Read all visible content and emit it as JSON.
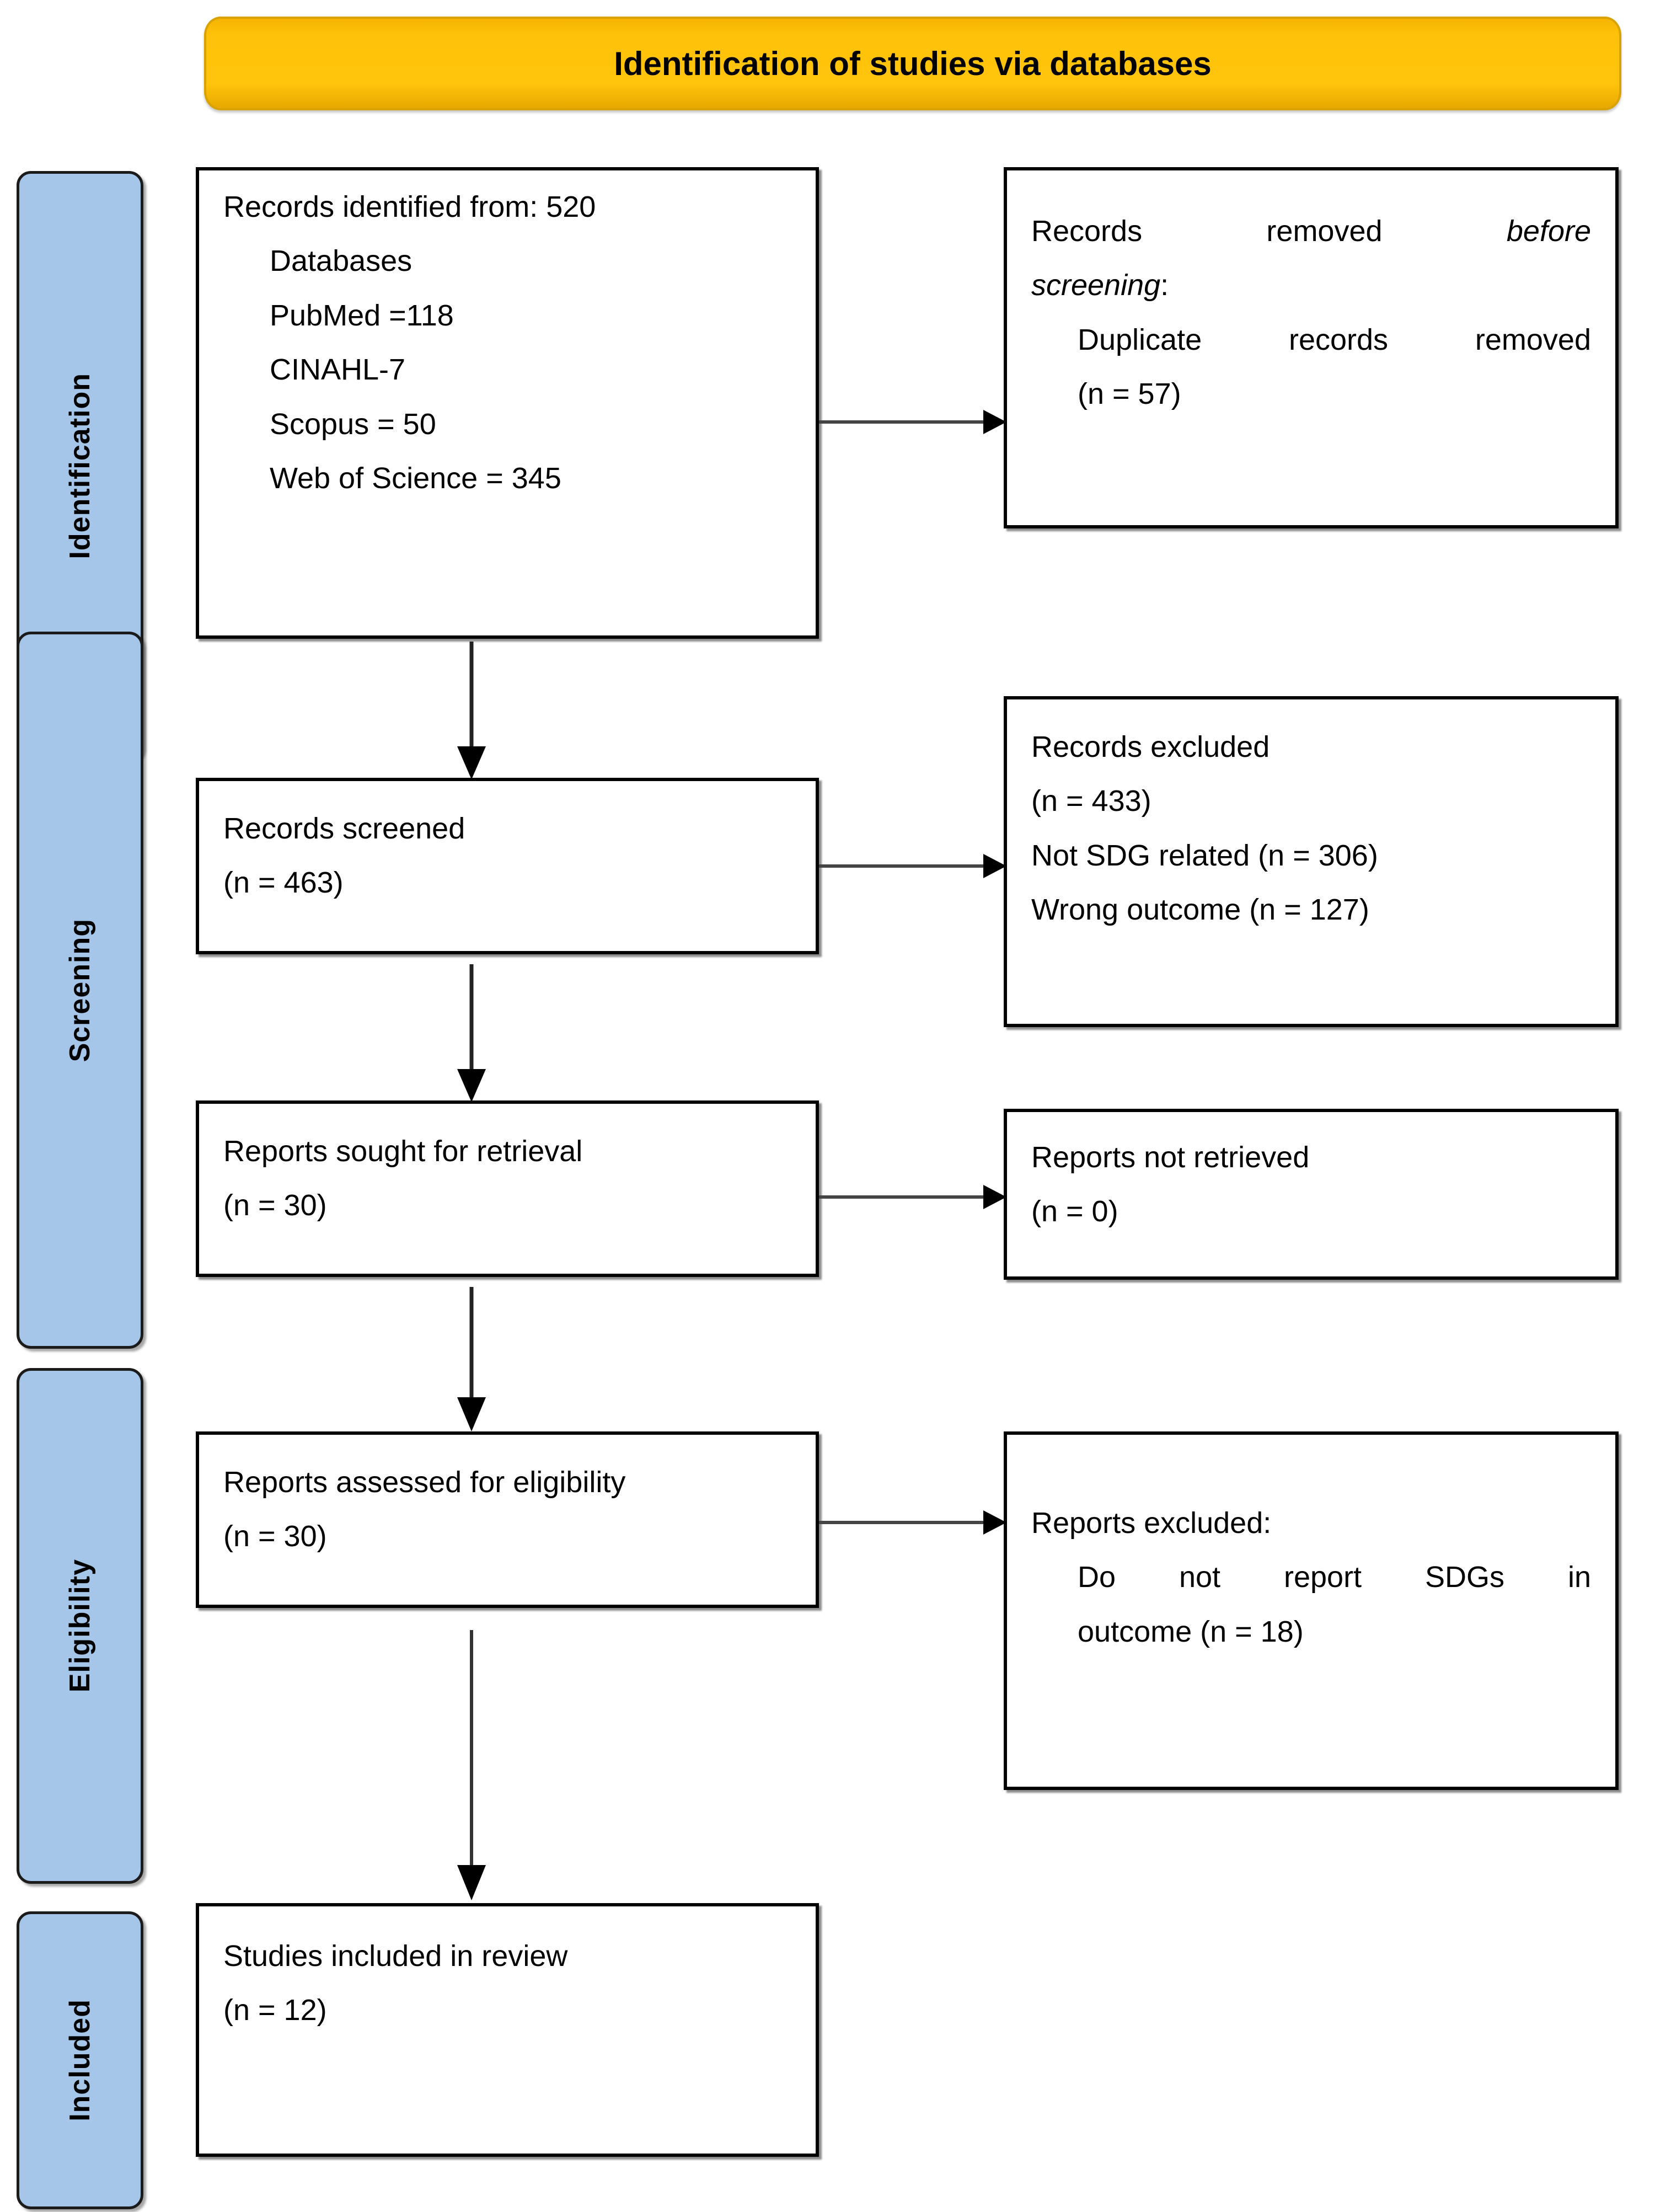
{
  "banner": {
    "title": "Identification of studies via databases",
    "color": "#ffc20a"
  },
  "stages": [
    {
      "label": "Identification"
    },
    {
      "label": "Screening"
    },
    {
      "label": "Eligibility"
    },
    {
      "label": "Included"
    }
  ],
  "boxes": {
    "identified": {
      "line1": "Records identified from: 520",
      "line2": "Databases",
      "line3": "PubMed =118",
      "line4": "CINAHL-7",
      "line5": "Scopus = 50",
      "line6": "Web of Science = 345"
    },
    "removed_before_screening": {
      "line1a": "Records removed ",
      "line1b": "before",
      "line2": "screening",
      "line2b": ":",
      "line3": "Duplicate records removed",
      "line4": "(n = 57)"
    },
    "records_screened": {
      "line1": "Records screened",
      "line2": "(n = 463)"
    },
    "records_excluded": {
      "line1": "Records excluded",
      "line2": "(n = 433)",
      "line3": "Not SDG related (n = 306)",
      "line4": "Wrong outcome (n = 127)"
    },
    "reports_sought": {
      "line1": "Reports sought for retrieval",
      "line2": "(n = 30)"
    },
    "reports_not_retrieved": {
      "line1": "Reports not retrieved",
      "line2": "(n = 0)"
    },
    "reports_assessed": {
      "line1": "Reports assessed for eligibility",
      "line2": "(n = 30)"
    },
    "reports_excluded": {
      "line1": "Reports excluded:",
      "line2": "Do not report SDGs in",
      "line3": "outcome (n = 18)"
    },
    "studies_included": {
      "line1": "Studies included in review",
      "line2": "(n = 12)"
    }
  },
  "chart_data": {
    "type": "diagram",
    "title": "Identification of studies via databases",
    "diagram_kind": "PRISMA 2020 flow diagram",
    "stages": [
      "Identification",
      "Screening",
      "Eligibility",
      "Included"
    ],
    "nodes": [
      {
        "id": "identified",
        "stage": "Identification",
        "label": "Records identified from: 520",
        "n": 520,
        "sources": [
          {
            "name": "PubMed",
            "n": 118
          },
          {
            "name": "CINAHL",
            "n": 7
          },
          {
            "name": "Scopus",
            "n": 50
          },
          {
            "name": "Web of Science",
            "n": 345
          }
        ]
      },
      {
        "id": "removed_before_screening",
        "stage": "Identification",
        "label": "Records removed before screening: Duplicate records removed",
        "n": 57
      },
      {
        "id": "records_screened",
        "stage": "Screening",
        "label": "Records screened",
        "n": 463
      },
      {
        "id": "records_excluded",
        "stage": "Screening",
        "label": "Records excluded",
        "n": 433,
        "reasons": [
          {
            "name": "Not SDG related",
            "n": 306
          },
          {
            "name": "Wrong outcome",
            "n": 127
          }
        ]
      },
      {
        "id": "reports_sought",
        "stage": "Screening",
        "label": "Reports sought for retrieval",
        "n": 30
      },
      {
        "id": "reports_not_retrieved",
        "stage": "Screening",
        "label": "Reports not retrieved",
        "n": 0
      },
      {
        "id": "reports_assessed",
        "stage": "Eligibility",
        "label": "Reports assessed for eligibility",
        "n": 30
      },
      {
        "id": "reports_excluded",
        "stage": "Eligibility",
        "label": "Reports excluded: Do not report SDGs in outcome",
        "n": 18
      },
      {
        "id": "studies_included",
        "stage": "Included",
        "label": "Studies included in review",
        "n": 12
      }
    ],
    "edges": [
      {
        "from": "identified",
        "to": "removed_before_screening",
        "direction": "right"
      },
      {
        "from": "identified",
        "to": "records_screened",
        "direction": "down"
      },
      {
        "from": "records_screened",
        "to": "records_excluded",
        "direction": "right"
      },
      {
        "from": "records_screened",
        "to": "reports_sought",
        "direction": "down"
      },
      {
        "from": "reports_sought",
        "to": "reports_not_retrieved",
        "direction": "right"
      },
      {
        "from": "reports_sought",
        "to": "reports_assessed",
        "direction": "down"
      },
      {
        "from": "reports_assessed",
        "to": "reports_excluded",
        "direction": "right"
      },
      {
        "from": "reports_assessed",
        "to": "studies_included",
        "direction": "down"
      }
    ]
  }
}
